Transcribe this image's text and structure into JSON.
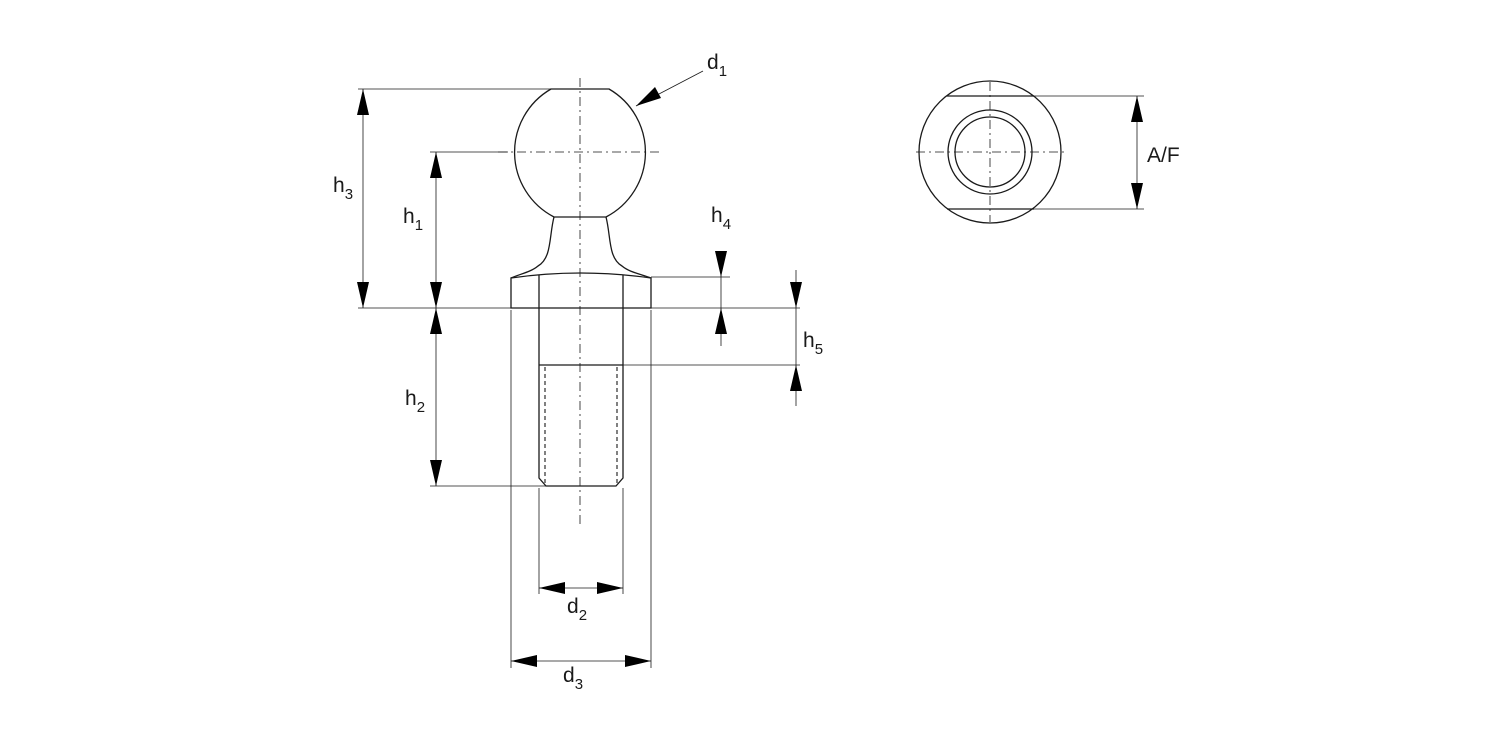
{
  "labels": {
    "d1": {
      "main": "d",
      "sub": "1"
    },
    "d2": {
      "main": "d",
      "sub": "2"
    },
    "d3": {
      "main": "d",
      "sub": "3"
    },
    "h1": {
      "main": "h",
      "sub": "1"
    },
    "h2": {
      "main": "h",
      "sub": "2"
    },
    "h3": {
      "main": "h",
      "sub": "3"
    },
    "h4": {
      "main": "h",
      "sub": "4"
    },
    "h5": {
      "main": "h",
      "sub": "5"
    },
    "af": "A/F"
  },
  "colors": {
    "stroke": "#1a1a1a",
    "arrow": "#000000",
    "background": "#ffffff"
  }
}
